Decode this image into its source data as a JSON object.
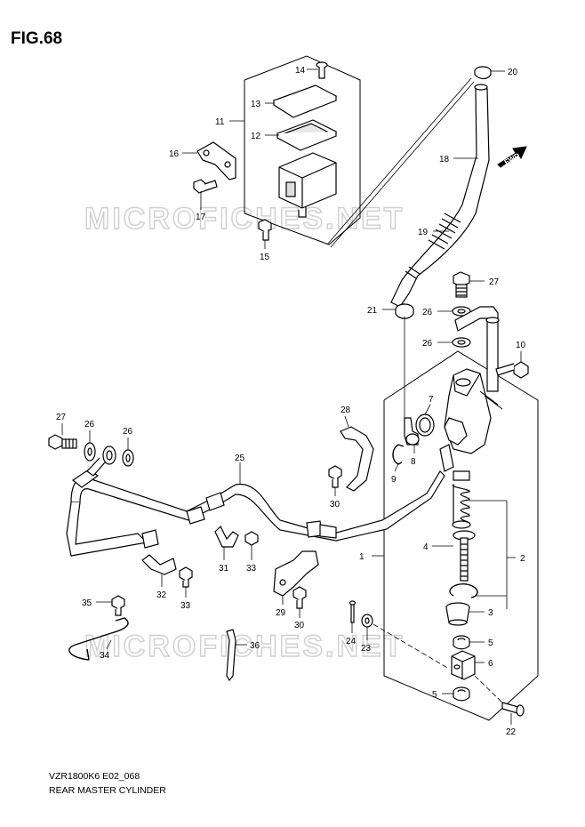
{
  "figure": {
    "title": "FIG.68"
  },
  "footer": {
    "model_code": "VZR1800K6 E02_068",
    "part_name": "REAR MASTER CYLINDER"
  },
  "watermark": {
    "text": "MICROFICHES.NET"
  },
  "direction_badge": {
    "text": "FWD"
  },
  "callouts": {
    "c1": "1",
    "c2": "2",
    "c3": "3",
    "c4": "4",
    "c5a": "5",
    "c5b": "5",
    "c6": "6",
    "c7": "7",
    "c8": "8",
    "c9": "9",
    "c10": "10",
    "c11": "11",
    "c12": "12",
    "c13": "13",
    "c14": "14",
    "c15": "15",
    "c16": "16",
    "c17": "17",
    "c18": "18",
    "c19": "19",
    "c20": "20",
    "c21": "21",
    "c22": "22",
    "c23": "23",
    "c24": "24",
    "c25": "25",
    "c26a": "26",
    "c26b": "26",
    "c26c": "26",
    "c26d": "26",
    "c27a": "27",
    "c27b": "27",
    "c28": "28",
    "c29": "29",
    "c30a": "30",
    "c30b": "30",
    "c31": "31",
    "c32": "32",
    "c33a": "33",
    "c33b": "33",
    "c34": "34",
    "c35": "35",
    "c36": "36"
  },
  "colors": {
    "line": "#000000",
    "watermark": "#cfcfcf",
    "background": "#ffffff"
  }
}
